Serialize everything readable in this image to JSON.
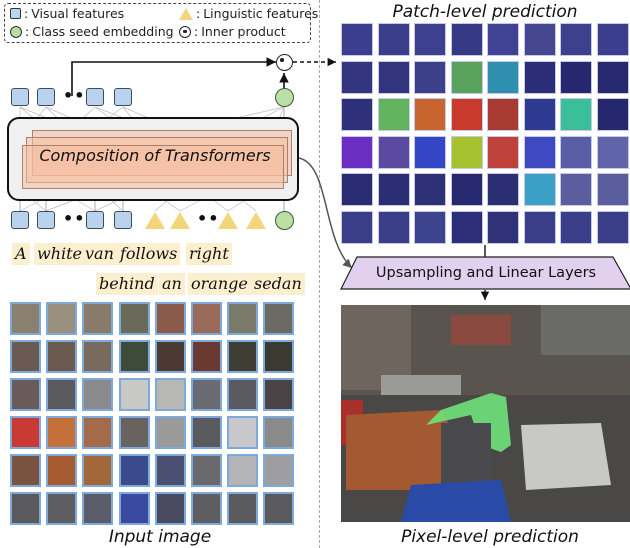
{
  "legend": {
    "items": [
      {
        "icon": "square-icon",
        "label": "Visual features"
      },
      {
        "icon": "triangle-icon",
        "label": "Linguistic features"
      },
      {
        "icon": "circle-icon",
        "label": "Class seed embedding"
      },
      {
        "icon": "dot-circle-icon",
        "label": "Inner product"
      }
    ]
  },
  "colors": {
    "visual_feature": "#b9d3ee",
    "linguistic_feature": "#f3d57a",
    "class_seed": "#bcdfa5",
    "transformer_layer": "#f5bea0",
    "upsampling_box": "#e2d0ef",
    "word_highlight": "#fcefcf",
    "patch_border": "#7ea9dc",
    "prediction_bg": "#2e2f86"
  },
  "transformer": {
    "label": "Composition of Transformers"
  },
  "sentence": {
    "line1": [
      "A",
      "white",
      "van",
      "follows",
      "right"
    ],
    "line2": [
      "behind",
      "an",
      "orange",
      "sedan"
    ]
  },
  "captions": {
    "input": "Input image",
    "patch": "Patch-level prediction",
    "pixel": "Pixel-level prediction"
  },
  "upsampling": {
    "label": "Upsampling and Linear Layers"
  },
  "patch_grid": {
    "rows": 6,
    "cols": 8,
    "colors": [
      [
        "#3b3e8e",
        "#3a3d8a",
        "#3d408f",
        "#363a86",
        "#404393",
        "#45488f",
        "#3d408d",
        "#3a3e8c"
      ],
      [
        "#33367f",
        "#33357c",
        "#3c3f8a",
        "#5aa35f",
        "#2f8fae",
        "#2b2d77",
        "#26286f",
        "#27296f"
      ],
      [
        "#2e3079",
        "#63b45e",
        "#c8652f",
        "#c83a2c",
        "#a83a32",
        "#2d3a90",
        "#3bbf9a",
        "#26286e"
      ],
      [
        "#6a2fc2",
        "#5a4aa0",
        "#3347c6",
        "#a6c22e",
        "#c0413a",
        "#3f4ac2",
        "#5a5ea6",
        "#6064a8"
      ],
      [
        "#2a2c72",
        "#2c2e74",
        "#2e3176",
        "#262870",
        "#2c2e74",
        "#3aa0c6",
        "#5a5e9e",
        "#5a5e9c"
      ],
      [
        "#3a3d88",
        "#3a3d88",
        "#3e4390",
        "#2c2f78",
        "#2f3278",
        "#3a3d88",
        "#3a3d88",
        "#3a3d88"
      ]
    ]
  },
  "input_grid": {
    "rows": 6,
    "cols": 8,
    "colors": [
      [
        "#8a8070",
        "#9a9080",
        "#8a7a6a",
        "#6a6a5a",
        "#8a5a4a",
        "#9a6a5a",
        "#7a7a6a",
        "#6a6a62"
      ],
      [
        "#6a5a52",
        "#6a5a50",
        "#7a6a5e",
        "#3e4a3a",
        "#4a3a32",
        "#6a3a32",
        "#3e3e34",
        "#3a3a30"
      ],
      [
        "#6a5a5a",
        "#5a5a5e",
        "#8a8a8e",
        "#c8c8c4",
        "#b8b8b4",
        "#6a6a72",
        "#5a5a60",
        "#4a4446"
      ],
      [
        "#c83a32",
        "#c4703a",
        "#a46a4a",
        "#6a6260",
        "#9a9a98",
        "#5a5a5e",
        "#c8c8cc",
        "#8a8a8a"
      ],
      [
        "#7a5240",
        "#a65a30",
        "#a2683a",
        "#3a4a8a",
        "#4a4e70",
        "#6a6a6e",
        "#b4b4b6",
        "#9e9ea0"
      ],
      [
        "#5a5a5c",
        "#5e5e60",
        "#5a5c6a",
        "#3a4aa0",
        "#4a4a60",
        "#5e5e60",
        "#5a5a5c",
        "#5a5a5c"
      ]
    ]
  }
}
